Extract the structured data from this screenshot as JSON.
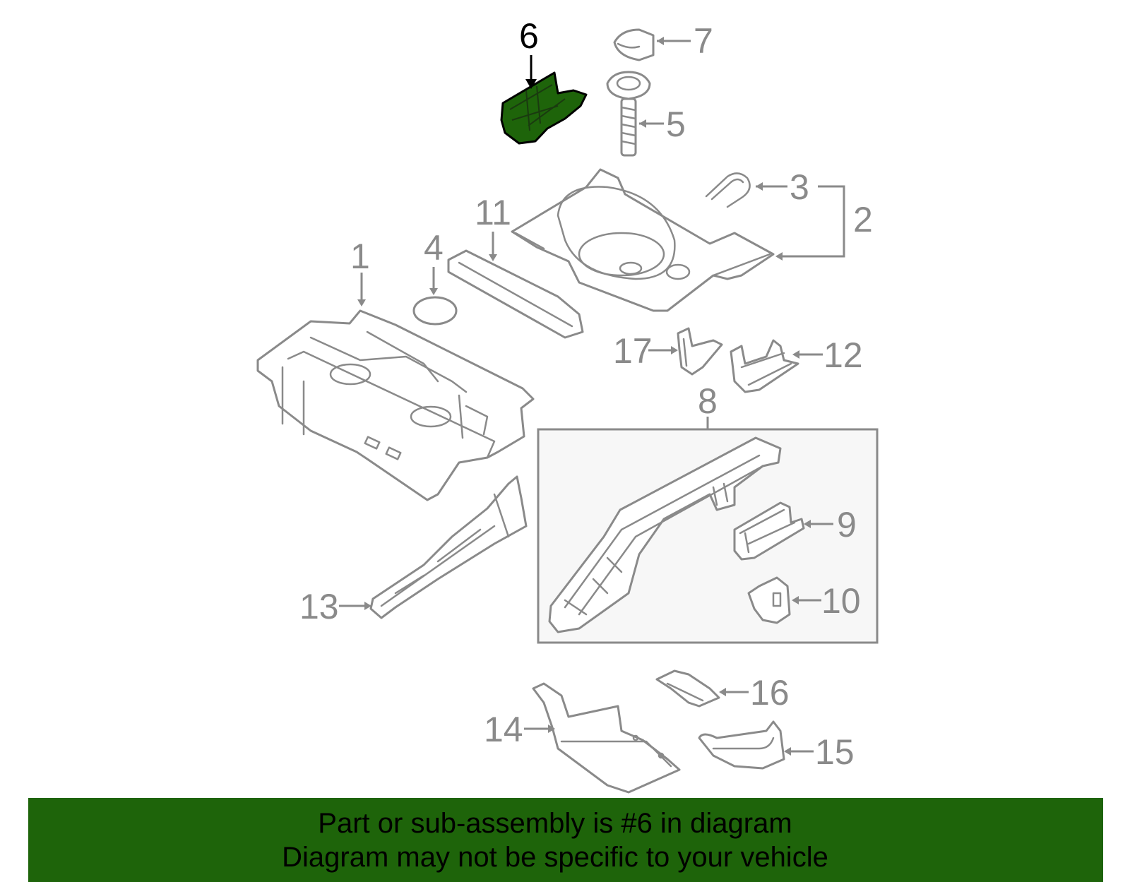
{
  "diagram": {
    "highlight_color": "#1e640a",
    "highlighted_part": "6",
    "callouts": [
      {
        "id": "1",
        "label": "1"
      },
      {
        "id": "2",
        "label": "2"
      },
      {
        "id": "3",
        "label": "3"
      },
      {
        "id": "4",
        "label": "4"
      },
      {
        "id": "5",
        "label": "5"
      },
      {
        "id": "6",
        "label": "6"
      },
      {
        "id": "7",
        "label": "7"
      },
      {
        "id": "8",
        "label": "8"
      },
      {
        "id": "9",
        "label": "9"
      },
      {
        "id": "10",
        "label": "10"
      },
      {
        "id": "11",
        "label": "11"
      },
      {
        "id": "12",
        "label": "12"
      },
      {
        "id": "13",
        "label": "13"
      },
      {
        "id": "14",
        "label": "14"
      },
      {
        "id": "15",
        "label": "15"
      },
      {
        "id": "16",
        "label": "16"
      },
      {
        "id": "17",
        "label": "17"
      }
    ]
  },
  "footer": {
    "line1": "Part or sub-assembly is #6 in diagram",
    "line2": "Diagram may not be specific to your vehicle",
    "background": "#1e640a"
  }
}
